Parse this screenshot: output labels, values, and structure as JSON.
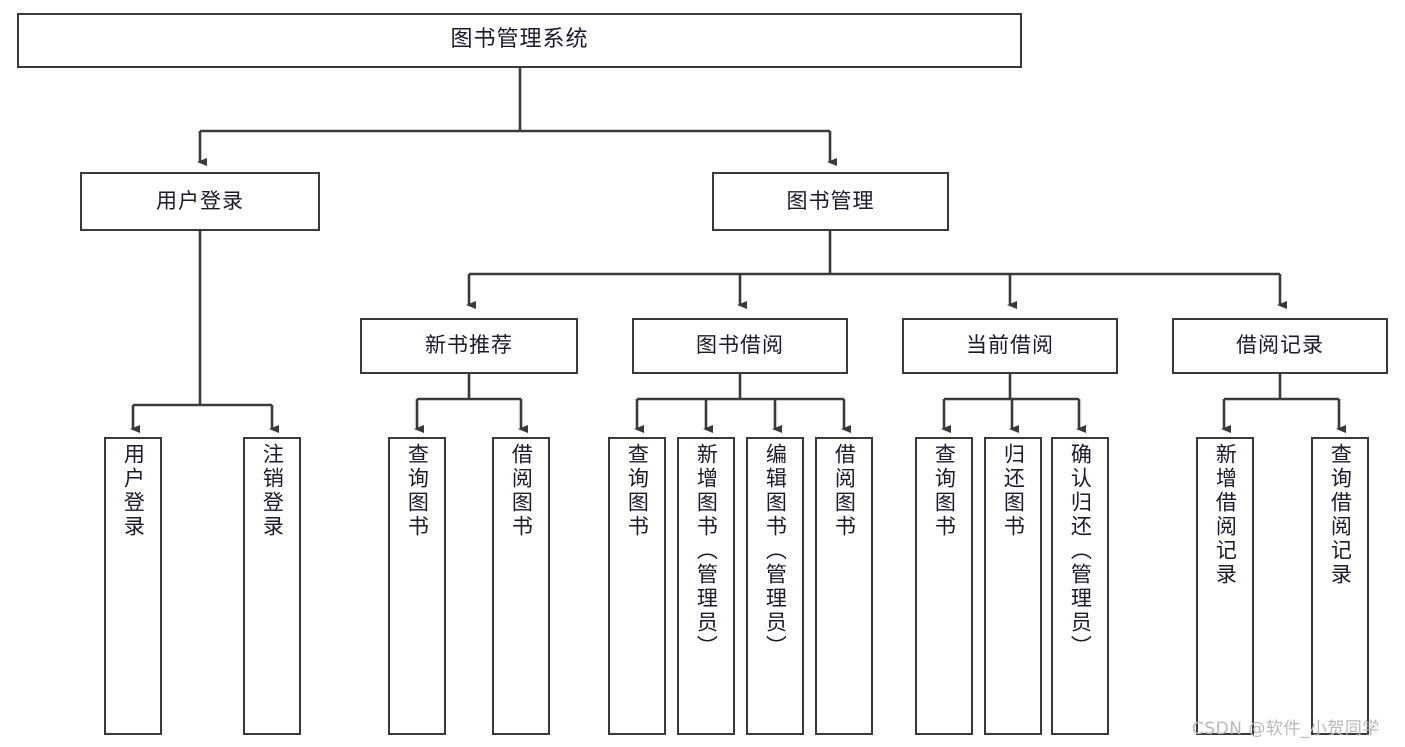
{
  "diagram": {
    "title": "图书管理系统",
    "watermark": "CSDN @软件_小贺同学",
    "line_color": "#3a3a3a",
    "text_color": "#1a1a2e",
    "background": "#ffffff",
    "root": {
      "label": "图书管理系统"
    },
    "level1": [
      {
        "label": "用户登录"
      },
      {
        "label": "图书管理"
      }
    ],
    "level2": [
      {
        "label": "新书推荐"
      },
      {
        "label": "图书借阅"
      },
      {
        "label": "当前借阅"
      },
      {
        "label": "借阅记录"
      }
    ],
    "leaves": {
      "user_login": [
        {
          "label": "用户登录"
        },
        {
          "label": "注销登录"
        }
      ],
      "new_book_recommend": [
        {
          "label": "查询图书"
        },
        {
          "label": "借阅图书"
        }
      ],
      "book_borrow": [
        {
          "label": "查询图书"
        },
        {
          "label": "新增图书（管理员）"
        },
        {
          "label": "编辑图书（管理员）"
        },
        {
          "label": "借阅图书"
        }
      ],
      "current_borrow": [
        {
          "label": "查询图书"
        },
        {
          "label": "归还图书"
        },
        {
          "label": "确认归还（管理员）"
        }
      ],
      "borrow_record": [
        {
          "label": "新增借阅记录"
        },
        {
          "label": "查询借阅记录"
        }
      ]
    }
  }
}
